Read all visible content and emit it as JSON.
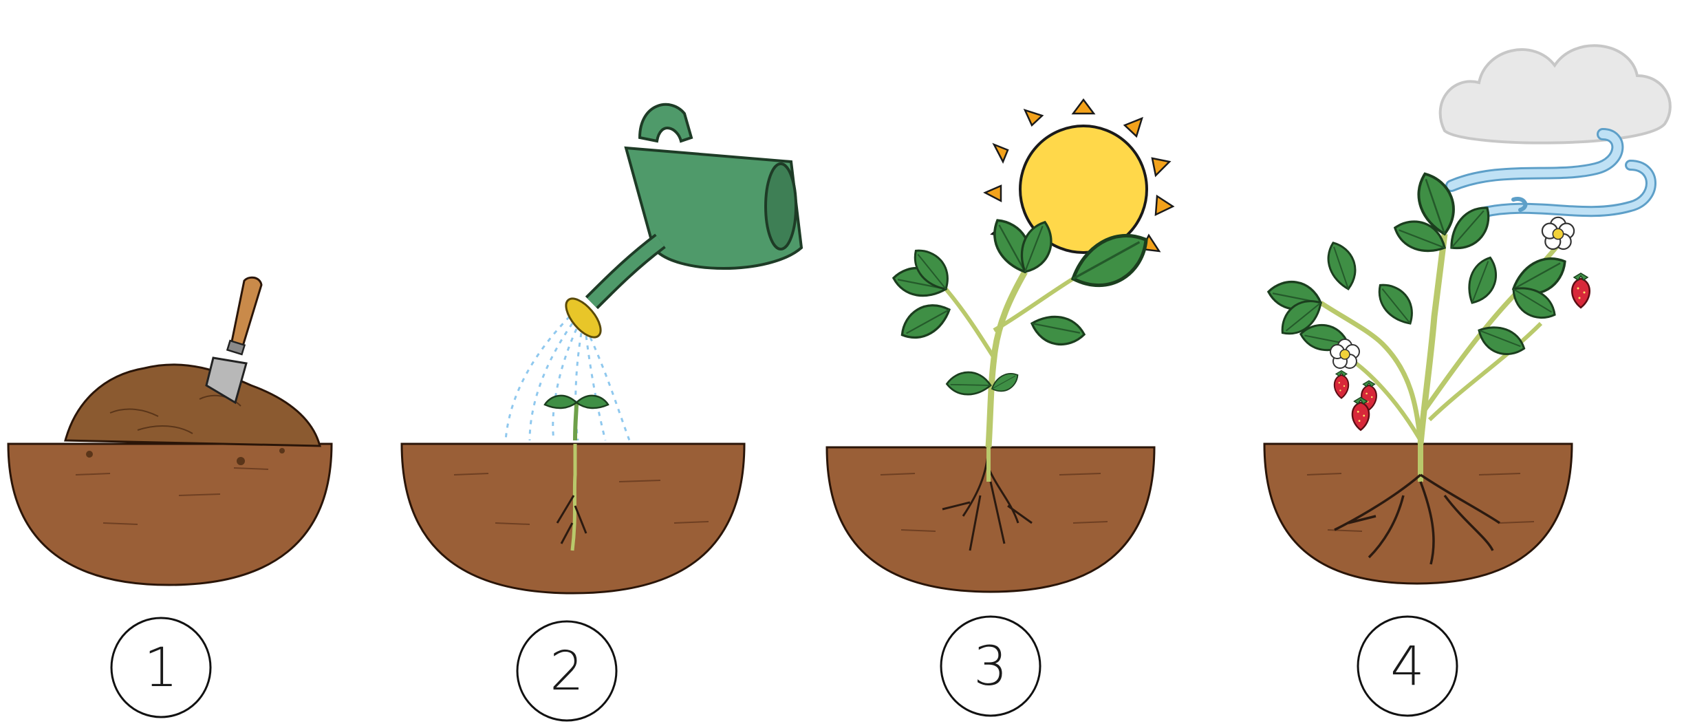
{
  "steps": [
    {
      "label": "1",
      "icon": "trowel-in-soil-icon"
    },
    {
      "label": "2",
      "icon": "watering-can-icon"
    },
    {
      "label": "3",
      "icon": "sun-icon"
    },
    {
      "label": "4",
      "icon": "cloud-wind-icon"
    }
  ],
  "colors": {
    "soil": "#9a5f37",
    "soil_dark": "#6e3f22",
    "leaf": "#3f8f45",
    "leaf_dark": "#245a2a",
    "stem": "#b9c96b",
    "root": "#2b1a10",
    "watering_can": "#4f9a6a",
    "sun": "#ffd84a",
    "sun_rays": "#f3a21b",
    "berry": "#d8283a",
    "wind": "#a9d4ee",
    "cloud": "#e8e8e8"
  }
}
